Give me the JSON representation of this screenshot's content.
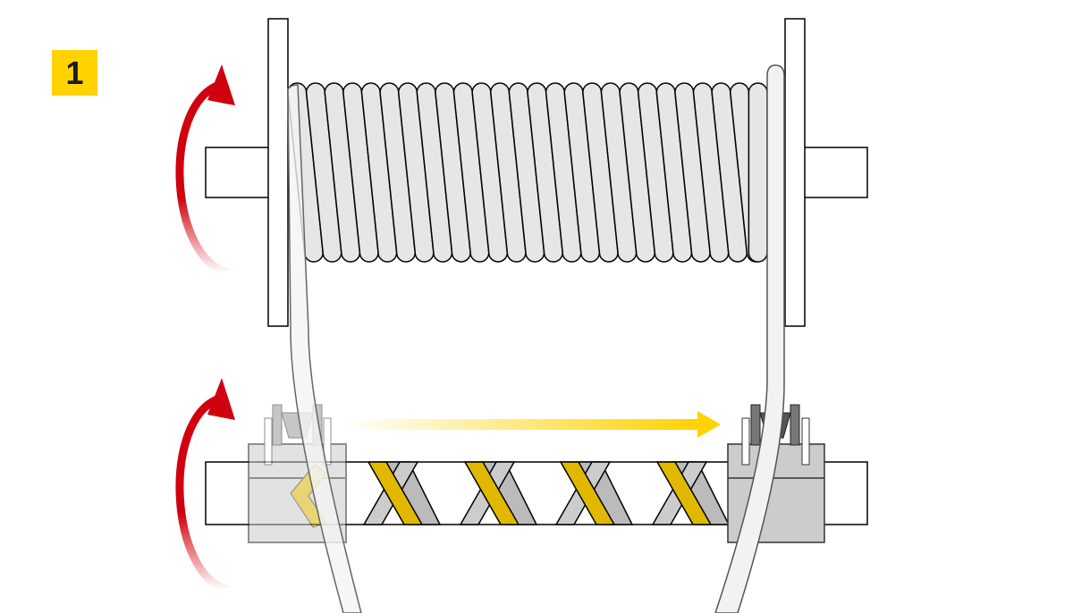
{
  "step": {
    "number": "1"
  },
  "colors": {
    "accent_yellow": "#FFD200",
    "rotation_red": "#D0000F",
    "drum_fill": "#E6E6E6",
    "outline": "#000000"
  },
  "diagram": {
    "coil_count": 26,
    "helix_crossings": 4
  }
}
